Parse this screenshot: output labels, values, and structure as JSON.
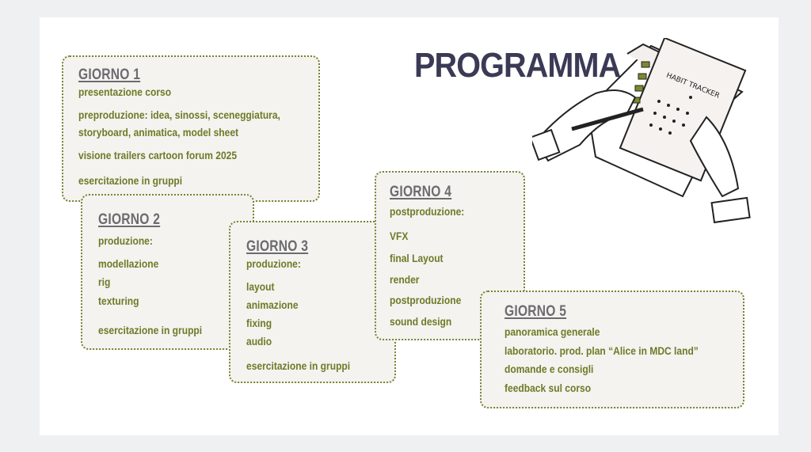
{
  "title": "PROGRAMMA",
  "illustration": {
    "label": "HABIT TRACKER"
  },
  "colors": {
    "accent": "#6f7a26",
    "heading": "#6b6b70",
    "title": "#3b3a56"
  },
  "days": [
    {
      "heading": "GIORNO 1",
      "items": [
        "presentazione corso",
        "preproduzione: idea, sinossi, sceneggiatura,",
        "storyboard, animatica, model sheet",
        "visione trailers cartoon forum 2025",
        "esercitazione in gruppi"
      ]
    },
    {
      "heading": "GIORNO 2",
      "items": [
        "produzione:",
        "modellazione",
        "rig",
        "texturing",
        "esercitazione in gruppi"
      ]
    },
    {
      "heading": "GIORNO 3",
      "items": [
        "produzione:",
        "layout",
        "animazione",
        "fixing",
        "audio",
        "esercitazione in gruppi"
      ]
    },
    {
      "heading": "GIORNO 4",
      "items": [
        "postproduzione:",
        "VFX",
        "final Layout",
        "render",
        "postproduzione",
        "sound design"
      ]
    },
    {
      "heading": "GIORNO 5",
      "items": [
        "panoramica generale",
        "laboratorio. prod. plan “Alice in MDC land”",
        "domande e consigli",
        "feedback sul corso"
      ]
    }
  ]
}
